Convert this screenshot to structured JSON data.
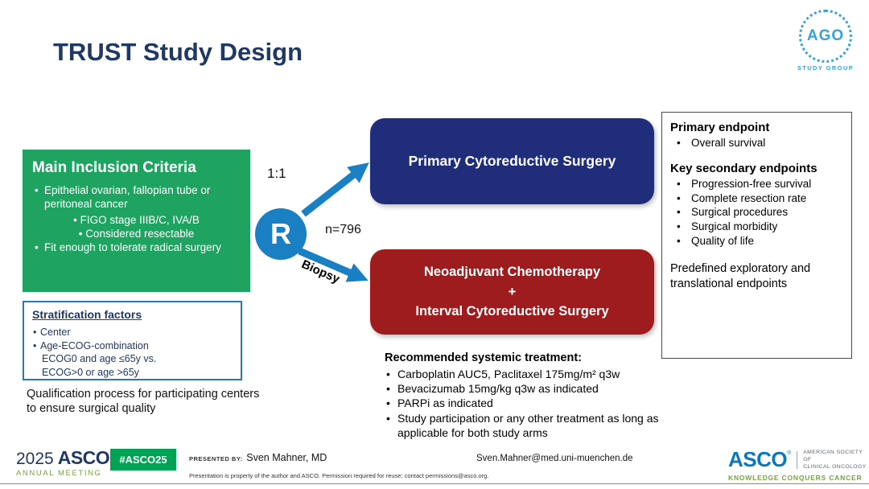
{
  "colors": {
    "title_navy": "#1F3864",
    "inclusion_green": "#1FA361",
    "primary_arm_navy": "#1F2D7B",
    "neoadjuvant_red": "#9E1C1E",
    "randomization_blue": "#1B7FC4",
    "stratification_border_blue": "#2E75B6",
    "ago_blue": "#35A3DC",
    "asco_blue": "#0B78BE",
    "asco_green": "#76A240",
    "hashtag_badge_green": "#00A353"
  },
  "header": {
    "title": "TRUST Study Design"
  },
  "ago_logo": {
    "name": "AGO",
    "subtitle": "STUDY GROUP"
  },
  "inclusion": {
    "title": "Main Inclusion Criteria",
    "bullet1": "Epithelial ovarian, fallopian tube or peritoneal cancer",
    "sub_bullets": [
      "FIGO stage IIIB/C, IVA/B",
      "Considered resectable"
    ],
    "bullet2": "Fit enough to tolerate radical surgery"
  },
  "stratification": {
    "title": "Stratification factors",
    "items": [
      "Center",
      "Age-ECOG-combination"
    ],
    "sub_lines": [
      "ECOG0 and age ≤65y vs.",
      "ECOG>0 or age >65y"
    ]
  },
  "qualification": "Qualification process for participating centers to ensure surgical quality",
  "randomization": {
    "ratio": "1:1",
    "symbol": "R",
    "n": "n=796",
    "biopsy": "Biopsy"
  },
  "arms": {
    "primary": "Primary Cytoreductive Surgery",
    "neo_line1": "Neoadjuvant Chemotherapy",
    "neo_plus": "+",
    "neo_line2": "Interval Cytoreductive Surgery"
  },
  "endpoints": {
    "primary_title": "Primary endpoint",
    "primary_items": [
      "Overall survival"
    ],
    "secondary_title": "Key secondary endpoints",
    "secondary_items": [
      "Progression-free survival",
      "Complete resection rate",
      "Surgical procedures",
      "Surgical morbidity",
      "Quality of life"
    ],
    "exploratory": "Predefined exploratory and translational endpoints"
  },
  "treatment": {
    "title": "Recommended systemic treatment:",
    "items": [
      "Carboplatin AUC5, Paclitaxel 175mg/m² q3w",
      "Bevacizumab 15mg/kg q3w as indicated",
      "PARPi as indicated",
      "Study participation or any other treatment as long as applicable for both study arms"
    ]
  },
  "footer": {
    "meeting_year": "2025",
    "meeting_name": "ASCO",
    "meeting_sub": "ANNUAL MEETING",
    "hashtag": "#ASCO25",
    "presented_by_label": "PRESENTED BY:",
    "presenter": "Sven Mahner, MD",
    "disclaimer": "Presentation is property of the author and ASCO. Permission required for reuse; contact permissions@asco.org.",
    "email": "Sven.Mahner@med.uni-muenchen.de",
    "asco_name": "ASCO",
    "asco_reg": "®",
    "society_line1": "AMERICAN SOCIETY OF",
    "society_line2": "CLINICAL ONCOLOGY",
    "tagline": "KNOWLEDGE CONQUERS CANCER"
  }
}
